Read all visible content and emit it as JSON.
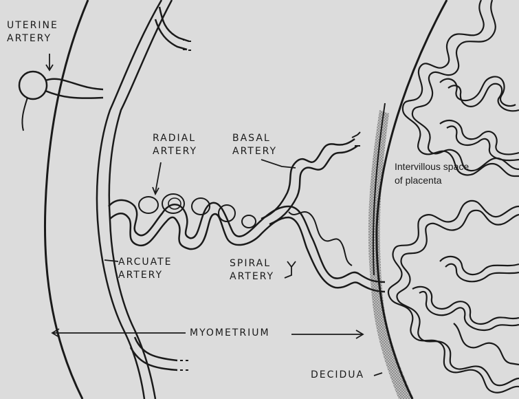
{
  "labels": {
    "uterine_artery": [
      "UTERINE",
      "ARTERY"
    ],
    "radial_artery": [
      "RADIAL",
      "ARTERY"
    ],
    "basal_artery": [
      "BASAL",
      "ARTERY"
    ],
    "intervillous_space": [
      "Intervillous space",
      "of placenta"
    ],
    "arcuate_artery": [
      "ARCUATE",
      "ARTERY"
    ],
    "spiral_artery": [
      "SPIRAL",
      "ARTERY"
    ],
    "myometrium": "MYOMETRIUM",
    "decidua": "DECIDUA"
  },
  "colors": {
    "background": "#dcdcdc",
    "ink": "#1a1a1a",
    "decidua_band": "#a8a8a8"
  }
}
